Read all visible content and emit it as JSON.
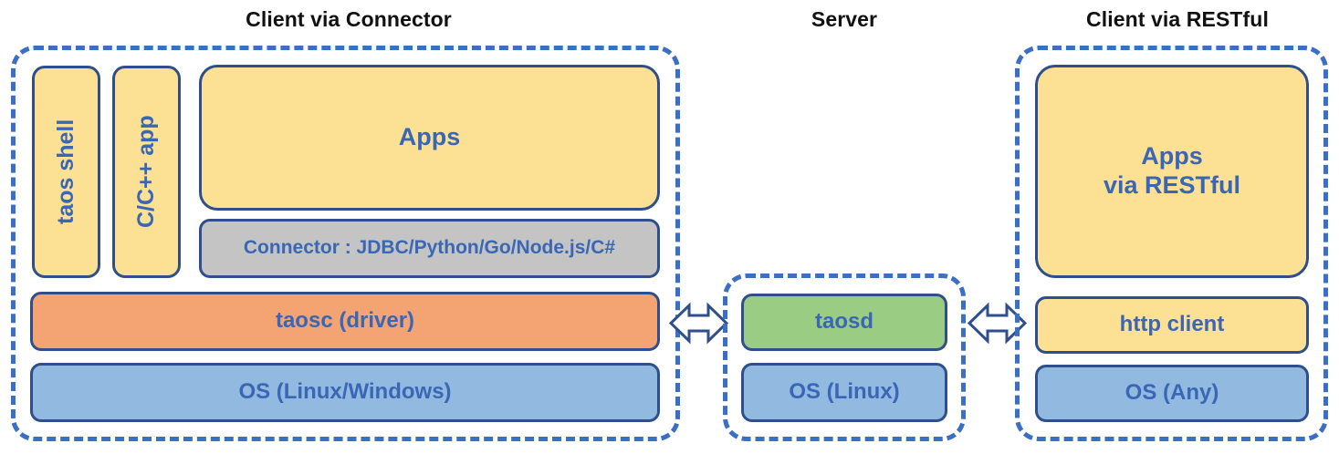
{
  "diagram": {
    "title_color": "#111111",
    "accent_dashed": "#3B6FC4",
    "node_border": "#2E4E8C",
    "node_text": "#3A67B5",
    "colors": {
      "yellow": "#FCE194",
      "orange": "#F4A373",
      "blue": "#92B9E0",
      "green": "#9BCC84",
      "grey": "#C4C4C4"
    }
  },
  "panels": {
    "client_connector": {
      "title": "Client via Connector",
      "nodes": {
        "taos_shell": "taos shell",
        "c_cpp_app": "C/C++ app",
        "apps": "Apps",
        "connector": "Connector : JDBC/Python/Go/Node.js/C#",
        "taosc": "taosc (driver)",
        "os": "OS (Linux/Windows)"
      }
    },
    "server": {
      "title": "Server",
      "nodes": {
        "taosd": "taosd",
        "os": "OS (Linux)"
      }
    },
    "client_restful": {
      "title": "Client via RESTful",
      "nodes": {
        "apps_line1": "Apps",
        "apps_line2": "via RESTful",
        "http_client": "http client",
        "os": "OS (Any)"
      }
    }
  },
  "connectors": [
    {
      "name": "client-connector-to-server",
      "type": "double-headed-arrow"
    },
    {
      "name": "server-to-client-restful",
      "type": "double-headed-arrow"
    }
  ]
}
